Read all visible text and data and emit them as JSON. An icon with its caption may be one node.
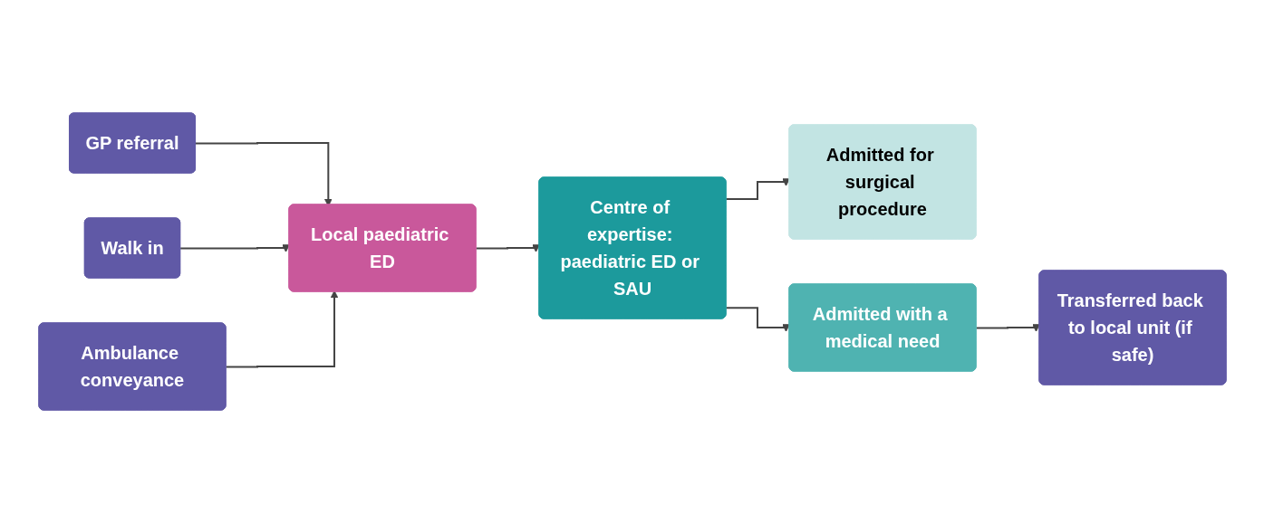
{
  "diagram": {
    "nodes": [
      {
        "text": [
          "GP referral"
        ]
      },
      {
        "text": [
          "Walk in"
        ]
      },
      {
        "text": [
          "Ambulance conveyance"
        ]
      },
      {
        "text": [
          "Local paediatric ED"
        ]
      },
      {
        "text": [
          "Centre of expertise: paediatric ED or SAU"
        ]
      },
      {
        "text": [
          "Admitted for surgical procedure"
        ]
      },
      {
        "text": [
          "Admitted with a medical need"
        ]
      },
      {
        "text": [
          "Transferred back to local unit (if safe)"
        ]
      }
    ],
    "edges": [
      {
        "from": 0,
        "to": 3,
        "arrow": "to"
      },
      {
        "from": 1,
        "to": 3,
        "arrow": "to"
      },
      {
        "from": 2,
        "to": 3,
        "arrow": "to"
      },
      {
        "from": 3,
        "to": 4,
        "arrow": "to"
      },
      {
        "from": 4,
        "to": 5,
        "arrow": "to"
      },
      {
        "from": 4,
        "to": 6,
        "arrow": "to"
      },
      {
        "from": 6,
        "to": 7,
        "arrow": "to"
      }
    ]
  }
}
